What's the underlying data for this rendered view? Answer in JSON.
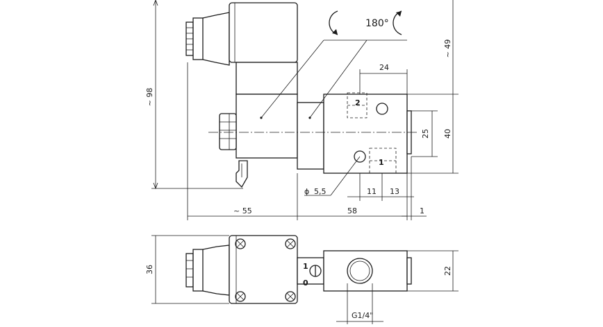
{
  "rotation_label": "180°",
  "port_labels": {
    "port_2": "2",
    "port_1": "1"
  },
  "dimensions": {
    "overall_height": "~ 98",
    "top_offset": "~ 49",
    "port_spacing_h": "24",
    "block_height": "40",
    "port_spacing_v": "25",
    "hole_dia": "5,5",
    "dim_11": "11",
    "dim_13": "13",
    "coil_width": "~ 55",
    "valve_length": "58",
    "gap": "1",
    "bottom_height": "36",
    "bottom_block": "22",
    "thread": "G1/4\""
  },
  "switch_marks": {
    "on": "1",
    "off": "0"
  },
  "icons": [
    "rotate-left-arrow-icon",
    "rotate-right-arrow-icon",
    "diameter-symbol-icon",
    "screw-icon"
  ]
}
